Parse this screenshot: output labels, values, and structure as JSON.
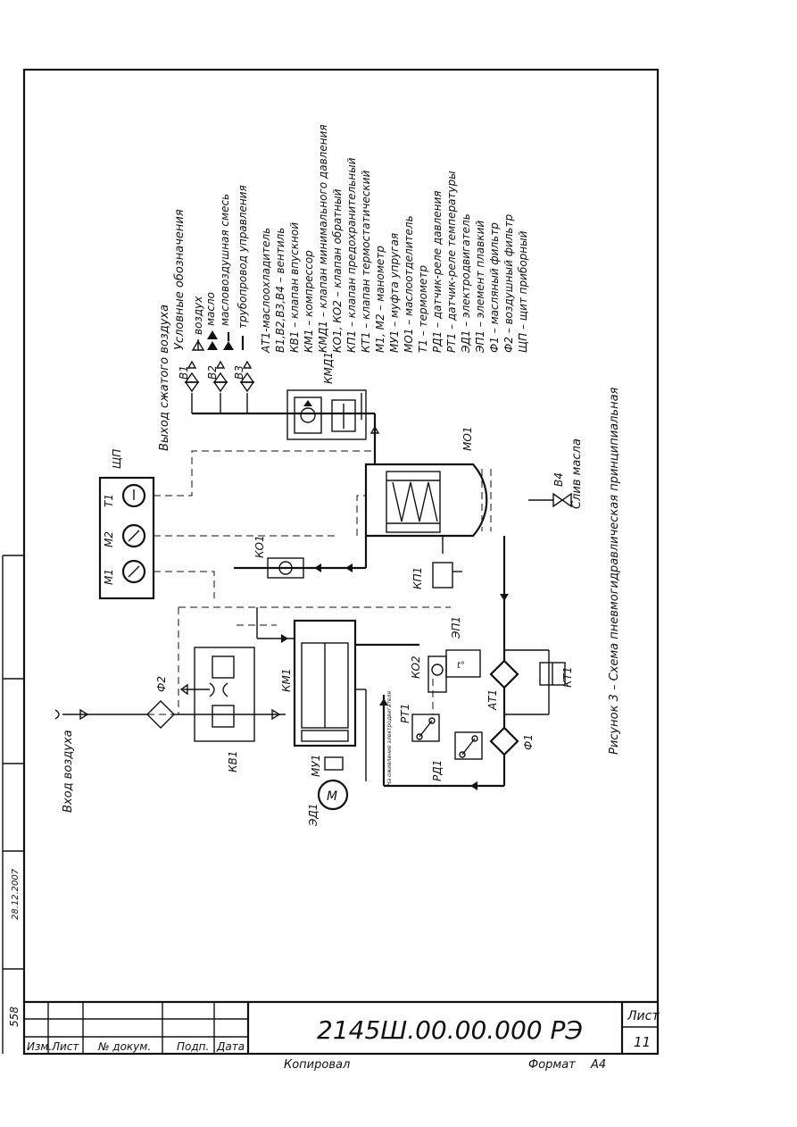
{
  "legend": {
    "title": "Условные обозначения",
    "air": "воздух",
    "oil": "масло",
    "mix": "масловоздушная смесь",
    "ctrl": "трубопровод управления",
    "items": [
      "АТ1-маслоохладитель",
      "В1,В2,В3,В4 – вентиль",
      "КВ1 – клапан впускной",
      "КМ1 – компрессор",
      "КМД1 – клапан минимального давления",
      "КО1, КО2 – клапан обратный",
      "КП1 – клапан предохранительный",
      "КТ1 – клапан термостатический",
      "М1, М2 – манометр",
      "МУ1 – муфта упругая",
      "МО1 – маслоотделитель",
      "Т1 – термометр",
      "РД1 – датчик-реле давления",
      "РТ1 – датчик-реле температуры",
      "ЭД1 – электродвигатель",
      "ЭП1 – элемент плавкий",
      "Ф1 – масляный фильтр",
      "Ф2 – воздушный фильтр",
      "ЩП – щит приборный"
    ]
  },
  "diagram": {
    "inlet": "Вход воздуха",
    "outlet": "Выход сжатого воздуха",
    "oil_drain": "Слив масла",
    "caption": "Рисунок 3 – Схема пневмогидравлическая принципиальная",
    "motor_note": "На оживление электродвигателя",
    "motor_symbol": "М",
    "labels": {
      "shp": "ЩП",
      "m1": "М1",
      "m2": "М2",
      "t1": "Т1",
      "f2": "Ф2",
      "kv1": "КВ1",
      "km1": "КМ1",
      "mu1": "МУ1",
      "ed1": "ЭД1",
      "ko1": "КО1",
      "ko2": "КО2",
      "kp1": "КП1",
      "mo1": "МО1",
      "kmd1": "КМД1",
      "ep1": "ЭП1",
      "rt1": "РТ1",
      "rd1": "РД1",
      "at1": "АТ1",
      "f1": "Ф1",
      "kt1": "КТ1",
      "v1": "В1",
      "v2": "В2",
      "v3": "В3",
      "v4": "В4"
    }
  },
  "stamp": {
    "code": "2145Ш.00.00.000 РЭ",
    "sheet_label": "Лист",
    "sheet_no": "11",
    "izm": "Изм.",
    "list": "Лист",
    "doc": "№ докум.",
    "sign": "Подп.",
    "date": "Дата",
    "copied": "Копировал",
    "format_label": "Формат",
    "format": "А4"
  },
  "margin": {
    "inv": "558",
    "date": "28.12.2007"
  }
}
